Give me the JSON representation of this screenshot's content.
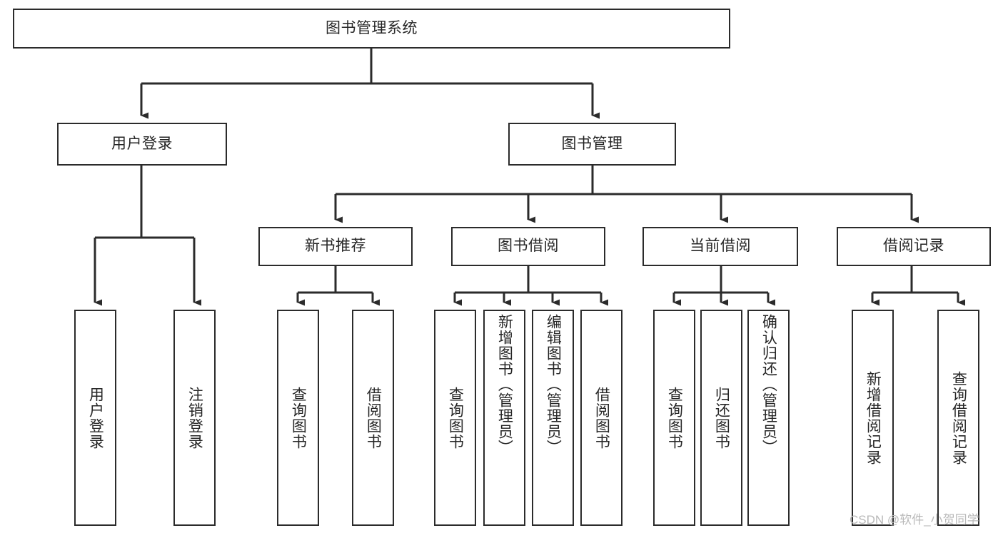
{
  "diagram": {
    "title": "图书管理系统",
    "type": "tree-hierarchy",
    "root": {
      "id": "root",
      "label": "图书管理系统"
    },
    "level2": [
      {
        "id": "user-login",
        "label": "用户登录"
      },
      {
        "id": "book-manage",
        "label": "图书管理"
      }
    ],
    "level3": [
      {
        "id": "new-book-recommend",
        "label": "新书推荐",
        "parent": "book-manage"
      },
      {
        "id": "book-borrow",
        "label": "图书借阅",
        "parent": "book-manage"
      },
      {
        "id": "current-borrow",
        "label": "当前借阅",
        "parent": "book-manage"
      },
      {
        "id": "borrow-record",
        "label": "借阅记录",
        "parent": "book-manage"
      }
    ],
    "leaves": {
      "user_login": [
        {
          "id": "leaf-user-login",
          "label": "用户登录"
        },
        {
          "id": "leaf-user-logout",
          "label": "注销登录"
        }
      ],
      "new_book_recommend": [
        {
          "id": "leaf-query-book-1",
          "label": "查询图书"
        },
        {
          "id": "leaf-borrow-book-1",
          "label": "借阅图书"
        }
      ],
      "book_borrow": [
        {
          "id": "leaf-query-book-2",
          "label": "查询图书"
        },
        {
          "id": "leaf-add-book",
          "label": "新增图书（管理员）"
        },
        {
          "id": "leaf-edit-book",
          "label": "编辑图书（管理员）"
        },
        {
          "id": "leaf-borrow-book-2",
          "label": "借阅图书"
        }
      ],
      "current_borrow": [
        {
          "id": "leaf-query-book-3",
          "label": "查询图书"
        },
        {
          "id": "leaf-return-book",
          "label": "归还图书"
        },
        {
          "id": "leaf-confirm-return",
          "label": "确认归还（管理员）"
        }
      ],
      "borrow_record": [
        {
          "id": "leaf-add-record",
          "label": "新增借阅记录"
        },
        {
          "id": "leaf-query-record",
          "label": "查询借阅记录"
        }
      ]
    }
  },
  "watermark": {
    "text": "CSDN @软件_小贺同学"
  },
  "colors": {
    "stroke": "#2b2b2b",
    "text": "#262626",
    "background": "#ffffff",
    "watermark": "#b9b9b9"
  }
}
